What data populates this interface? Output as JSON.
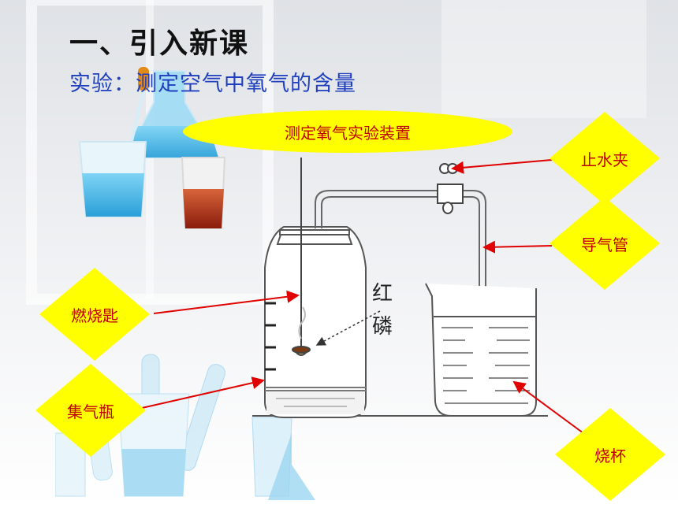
{
  "slide": {
    "title": "一、引入新课",
    "subtitle": "实验：测定空气中氧气的含量",
    "banner": "测定氧气实验装置"
  },
  "labels": {
    "clamp": "止水夹",
    "tube": "导气管",
    "spoon": "燃烧匙",
    "bottle": "集气瓶",
    "beaker": "烧杯"
  },
  "diagram": {
    "phosphorus_line1": "红",
    "phosphorus_line2": "磷"
  },
  "colors": {
    "banner_fill": "#ffff00",
    "label_text": "#c00000",
    "arrow": "#e00000",
    "subtitle": "#1f3fbf"
  }
}
